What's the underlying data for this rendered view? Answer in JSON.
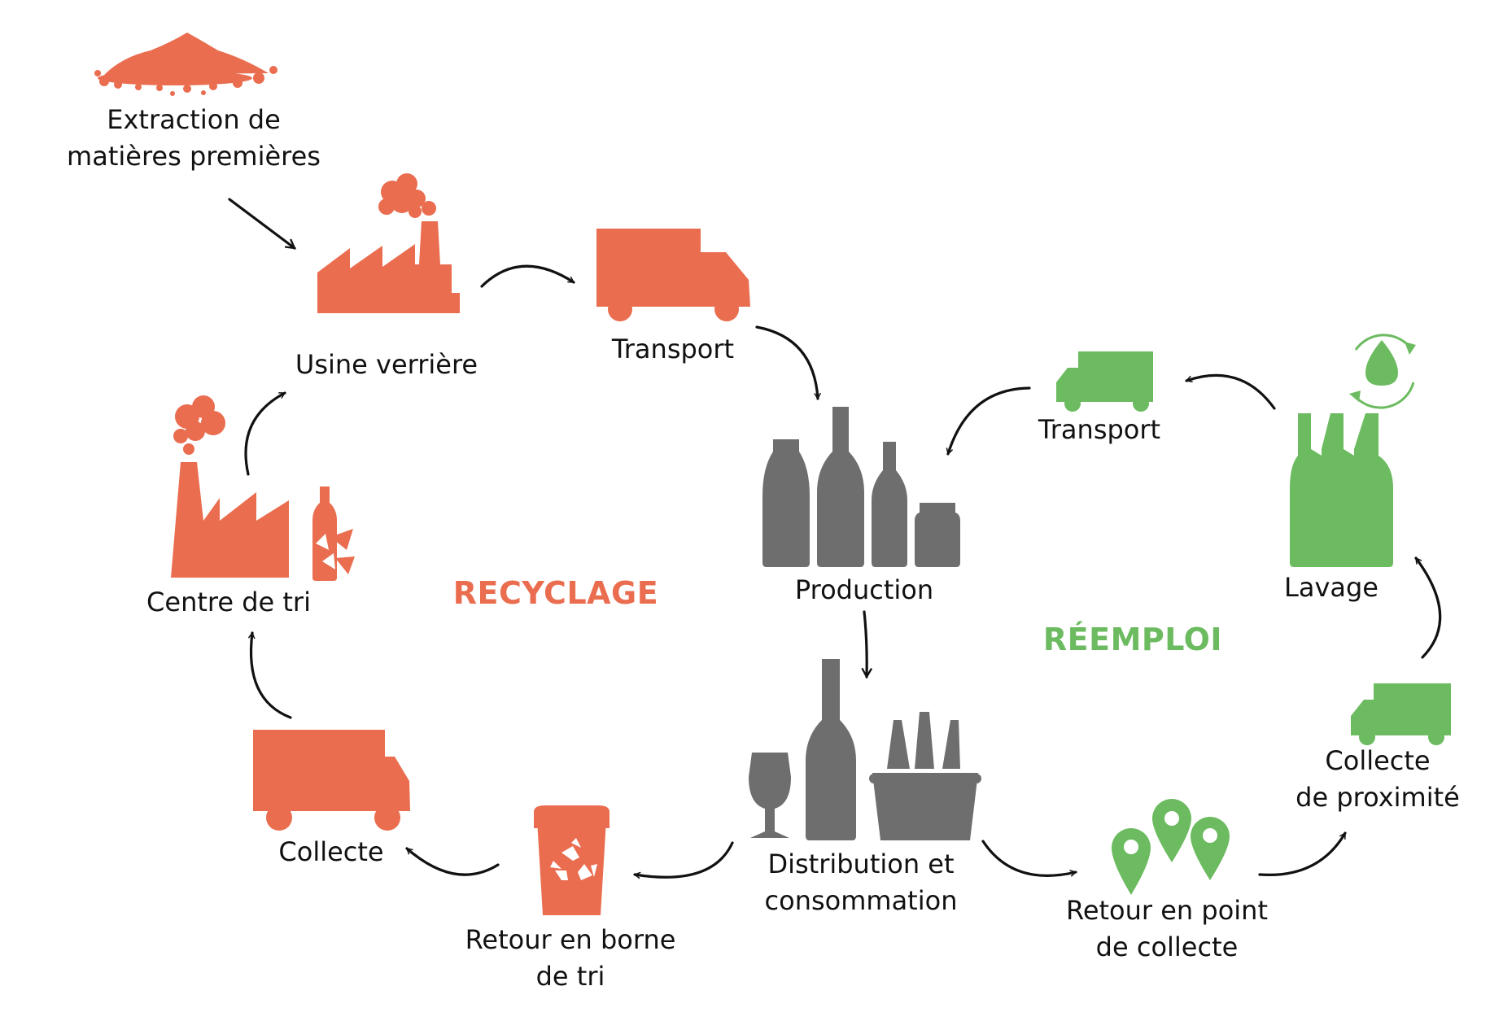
{
  "colors": {
    "recycling": "#ea6d4f",
    "reuse": "#6cbb60",
    "neutral": "#6e6e6e",
    "arrow": "#111111"
  },
  "cycles": {
    "recycling_title": "RECYCLAGE",
    "reuse_title": "RÉEMPLOI"
  },
  "nodes": {
    "extraction": [
      "Extraction de",
      "matières premières"
    ],
    "glass_factory": [
      "Usine verrière"
    ],
    "transport_top": [
      "Transport"
    ],
    "production": [
      "Production"
    ],
    "distribution": [
      "Distribution et",
      "consommation"
    ],
    "bin_return": [
      "Retour en borne",
      "de tri"
    ],
    "collection": [
      "Collecte"
    ],
    "sorting_center": [
      "Centre de tri"
    ],
    "collection_point_return": [
      "Retour en point",
      "de collecte"
    ],
    "local_collection": [
      "Collecte",
      "de proximité"
    ],
    "washing": [
      "Lavage"
    ],
    "transport_reuse": [
      "Transport"
    ]
  }
}
